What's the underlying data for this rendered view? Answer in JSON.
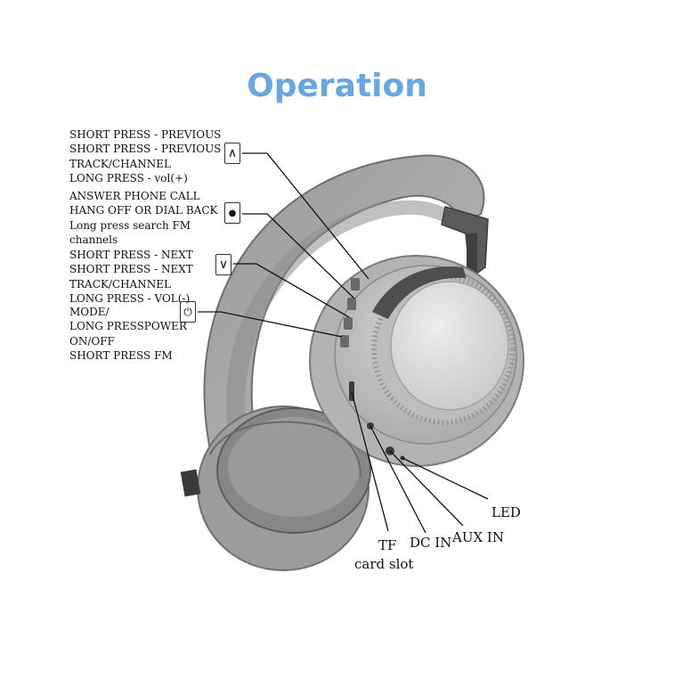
{
  "title": "Operation",
  "controls": [
    {
      "icon": "up-caret-icon",
      "glyph": "∧",
      "lines": [
        "SHORT PRESS - PREVIOUS",
        "SHORT PRESS - PREVIOUS",
        "TRACK/CHANNEL",
        "LONG PRESS - vol(+)"
      ]
    },
    {
      "icon": "play-dot-icon",
      "glyph": "●",
      "lines": [
        "ANSWER PHONE CALL",
        "HANG OFF OR DIAL BACK",
        "Long press search FM",
        "channels"
      ]
    },
    {
      "icon": "down-caret-icon",
      "glyph": "∨",
      "lines": [
        "SHORT PRESS - NEXT",
        "SHORT PRESS - NEXT",
        "TRACK/CHANNEL",
        "LONG PRESS - VOL(-)"
      ]
    },
    {
      "icon": "power-icon",
      "glyph": "⏻",
      "lines": [
        "MODE/",
        "LONG PRESSPOWER",
        "ON/OFF",
        "SHORT PRESS FM"
      ]
    }
  ],
  "ports": {
    "tf": [
      "TF",
      "card slot"
    ],
    "dc_in": "DC IN",
    "aux_in": "AUX IN",
    "led": "LED"
  }
}
